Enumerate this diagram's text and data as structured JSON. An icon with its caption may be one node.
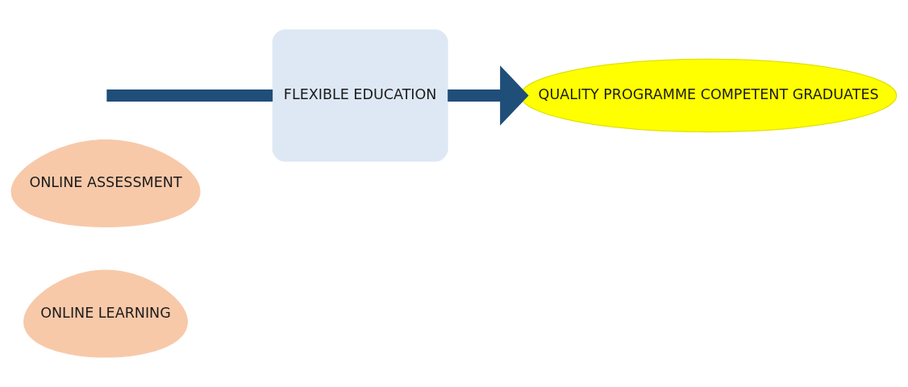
{
  "diagram": {
    "nodes": [
      {
        "text": [
          "ONLINE LEARNING"
        ]
      },
      {
        "text": [
          "ONLINE ASSESSMENT"
        ]
      },
      {
        "text": [
          "FLEXIBLE EDUCATION"
        ]
      },
      {
        "text": [
          "QUALITY PROGRAMME COMPETENT GRADUATES"
        ]
      }
    ],
    "edges": [
      {
        "from": null,
        "to": 2,
        "arrow": "none"
      },
      {
        "from": 2,
        "to": 3,
        "arrow": "to"
      }
    ]
  }
}
